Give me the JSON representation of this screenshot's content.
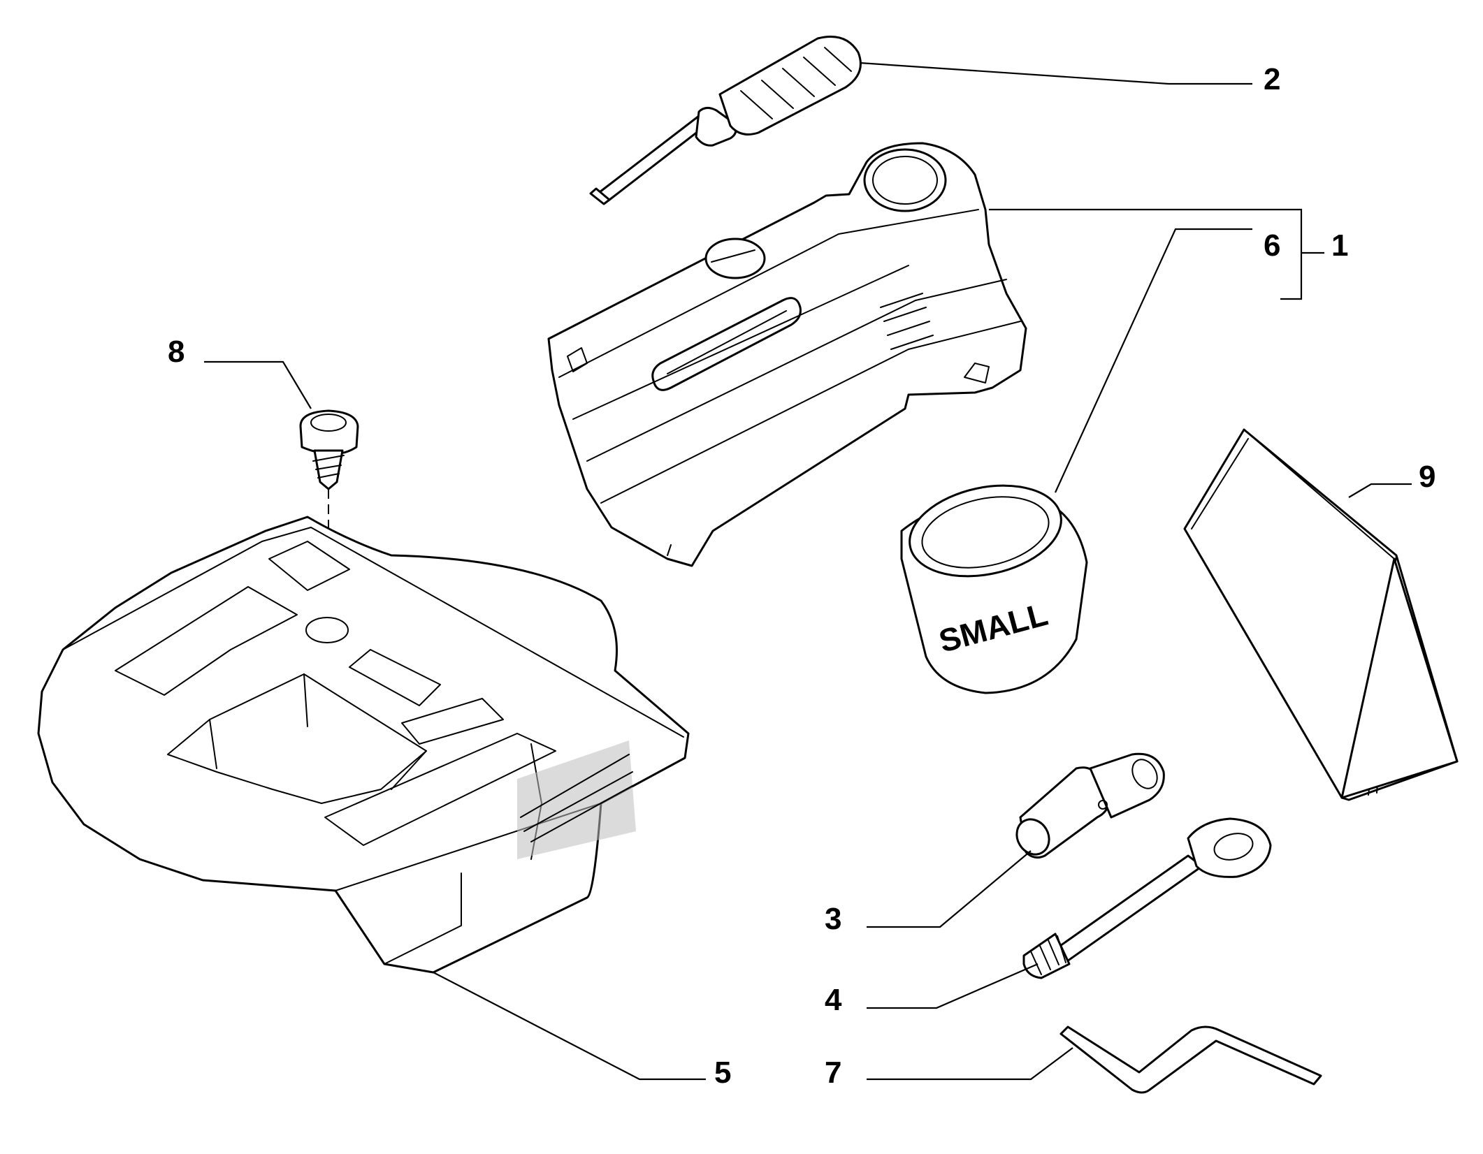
{
  "callouts": [
    {
      "id": "1",
      "label": "1"
    },
    {
      "id": "2",
      "label": "2"
    },
    {
      "id": "3",
      "label": "3"
    },
    {
      "id": "4",
      "label": "4"
    },
    {
      "id": "5",
      "label": "5"
    },
    {
      "id": "6",
      "label": "6"
    },
    {
      "id": "7",
      "label": "7"
    },
    {
      "id": "8",
      "label": "8"
    },
    {
      "id": "9",
      "label": "9"
    }
  ],
  "canister_label": "SMALL",
  "colors": {
    "line": "#000000",
    "background": "#ffffff"
  }
}
